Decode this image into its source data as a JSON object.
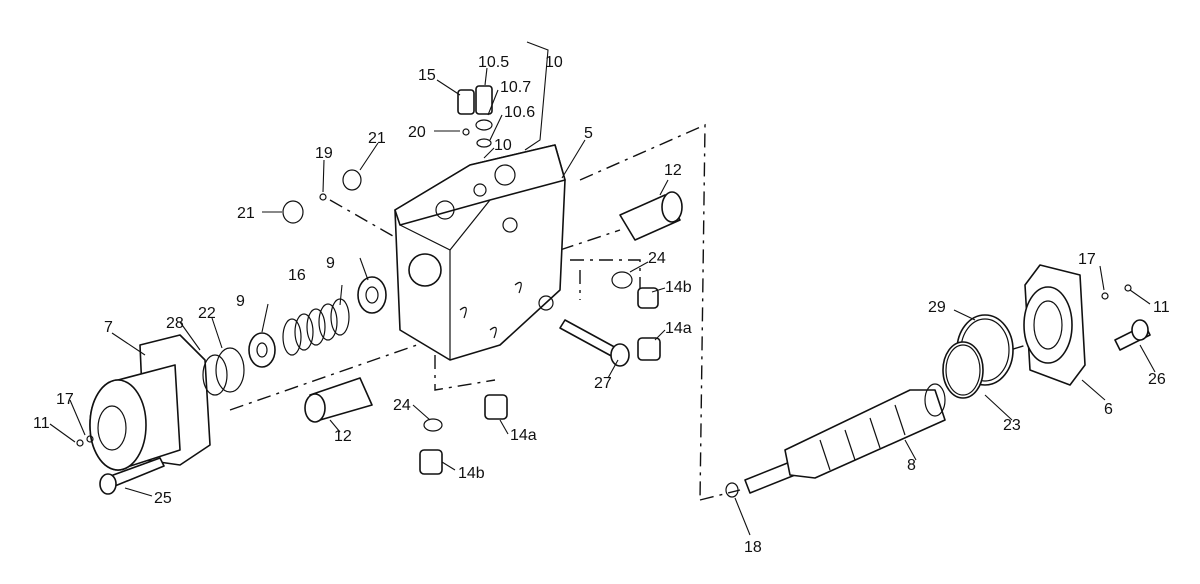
{
  "labels": {
    "p15": "15",
    "p10_5": "10.5",
    "p10_7": "10.7",
    "p10_6": "10.6",
    "p10a": "10",
    "p10b": "10",
    "p20": "20",
    "p5": "5",
    "p19": "19",
    "p21a": "21",
    "p21b": "21",
    "p12a": "12",
    "p12b": "12",
    "p24a": "24",
    "p24b": "24",
    "p14b_a": "14b",
    "p14b_b": "14b",
    "p14a_a": "14a",
    "p14a_b": "14a",
    "p9a": "9",
    "p9b": "9",
    "p16": "16",
    "p28": "28",
    "p22": "22",
    "p7": "7",
    "p17a": "17",
    "p17b": "17",
    "p11a": "11",
    "p11b": "11",
    "p25": "25",
    "p27": "27",
    "p29": "29",
    "p23": "23",
    "p6": "6",
    "p26": "26",
    "p8": "8",
    "p18": "18"
  }
}
